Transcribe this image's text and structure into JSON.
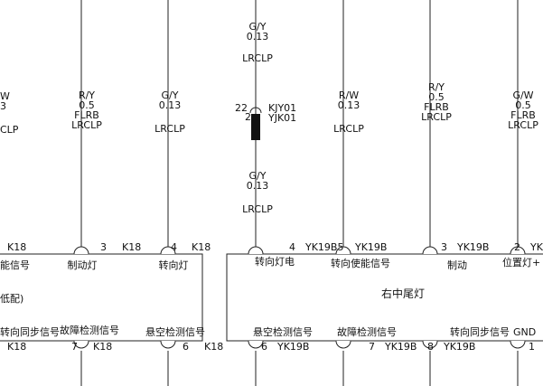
{
  "wires_top": [
    {
      "id": "w-left-edge",
      "lines": [
        "W",
        "3",
        "CLP"
      ]
    },
    {
      "id": "w-brake",
      "lines": [
        "R/Y",
        "0.5",
        "FLRB",
        "LRCLP"
      ]
    },
    {
      "id": "w-turn-left",
      "lines": [
        "G/Y",
        "0.13",
        "LRCLP"
      ]
    },
    {
      "id": "w-center-top",
      "lines": [
        "G/Y",
        "0.13",
        "LRCLP"
      ]
    },
    {
      "id": "w-turn-enable",
      "lines": [
        "R/W",
        "0.13",
        "LRCLP"
      ]
    },
    {
      "id": "w-brake-right",
      "lines": [
        "R/Y",
        "0.5",
        "FLRB",
        "LRCLP"
      ]
    },
    {
      "id": "w-position",
      "lines": [
        "G/W",
        "0.5",
        "FLRB",
        "LRCLP"
      ]
    }
  ],
  "center_connector": {
    "pin_top": "22",
    "pin_bottom": "2",
    "label_top": "KJY01",
    "label_bottom": "YJK01",
    "wire_below": [
      "G/Y",
      "0.13",
      "LRCLP"
    ]
  },
  "left_module": {
    "pins_top": [
      {
        "num": "",
        "conn": "K18",
        "label": "能信号"
      },
      {
        "num": "3",
        "conn": "K18",
        "label": "制动灯"
      },
      {
        "num": "4",
        "conn": "K18",
        "label": "转向灯"
      }
    ],
    "partial_text": "低配)",
    "bottom_labels": [
      "转向同步信号",
      "故障检测信号",
      "悬空检测信号"
    ],
    "pins_bottom": [
      {
        "num": "",
        "conn": "K18"
      },
      {
        "num": "7",
        "conn": "K18"
      },
      {
        "num": "6",
        "conn": "K18"
      }
    ]
  },
  "right_module": {
    "name": "右中尾灯",
    "pins_top": [
      {
        "num": "4",
        "conn": "YK19B5",
        "label": "转向灯电"
      },
      {
        "num": "",
        "conn": "YK19B",
        "label": "转向使能信号"
      },
      {
        "num": "3",
        "conn": "YK19B",
        "label": "制动"
      },
      {
        "num": "2",
        "conn": "YK",
        "label": "位置灯+"
      }
    ],
    "bottom_labels": [
      "悬空检测信号",
      "故障检测信号",
      "转向同步信号",
      "GND"
    ],
    "pins_bottom": [
      {
        "num": "6",
        "conn": "YK19B"
      },
      {
        "num": "7",
        "conn": "YK19B"
      },
      {
        "num": "8",
        "conn": "YK19B"
      },
      {
        "num": "1",
        "conn": ""
      }
    ]
  },
  "colors": {
    "line": "#111111",
    "background": "#ffffff"
  }
}
